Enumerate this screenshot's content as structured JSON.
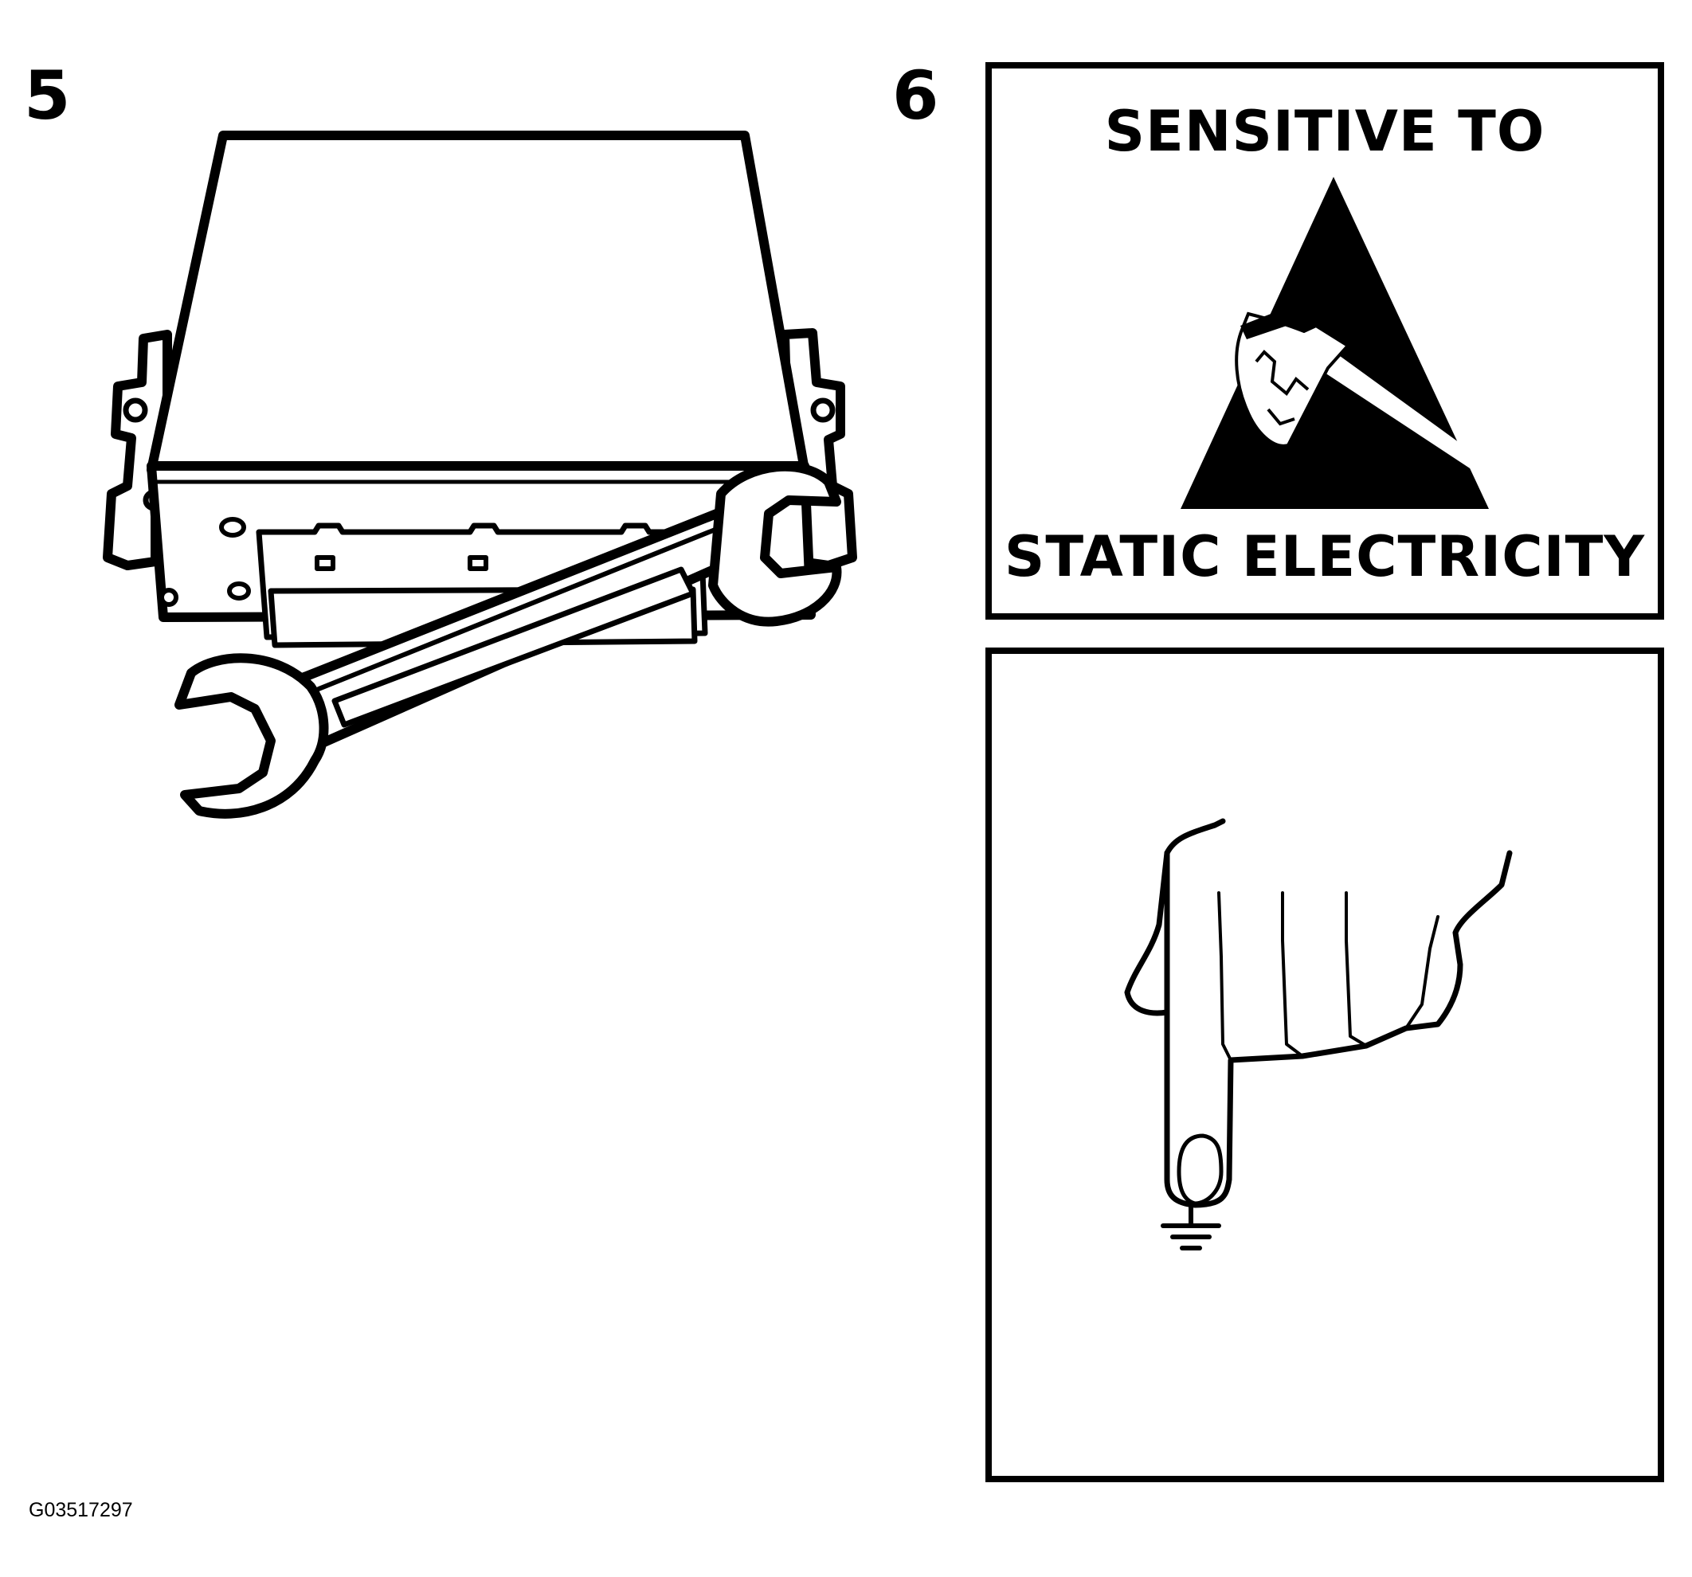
{
  "steps": {
    "step5_number": "5",
    "step6_number": "6"
  },
  "esd_warning": {
    "top_text": "SENSITIVE TO",
    "bottom_text": "STATIC ELECTRICITY",
    "symbol_icon": "esd-hand-triangle-icon"
  },
  "ground_panel": {
    "hand_icon": "pointing-hand-icon",
    "ground_icon": "ground-symbol-icon"
  },
  "illustration_step5": {
    "module_icon": "electronic-control-module-icon",
    "tool_icon": "open-end-wrench-icon"
  },
  "figure_id": "G03517297"
}
